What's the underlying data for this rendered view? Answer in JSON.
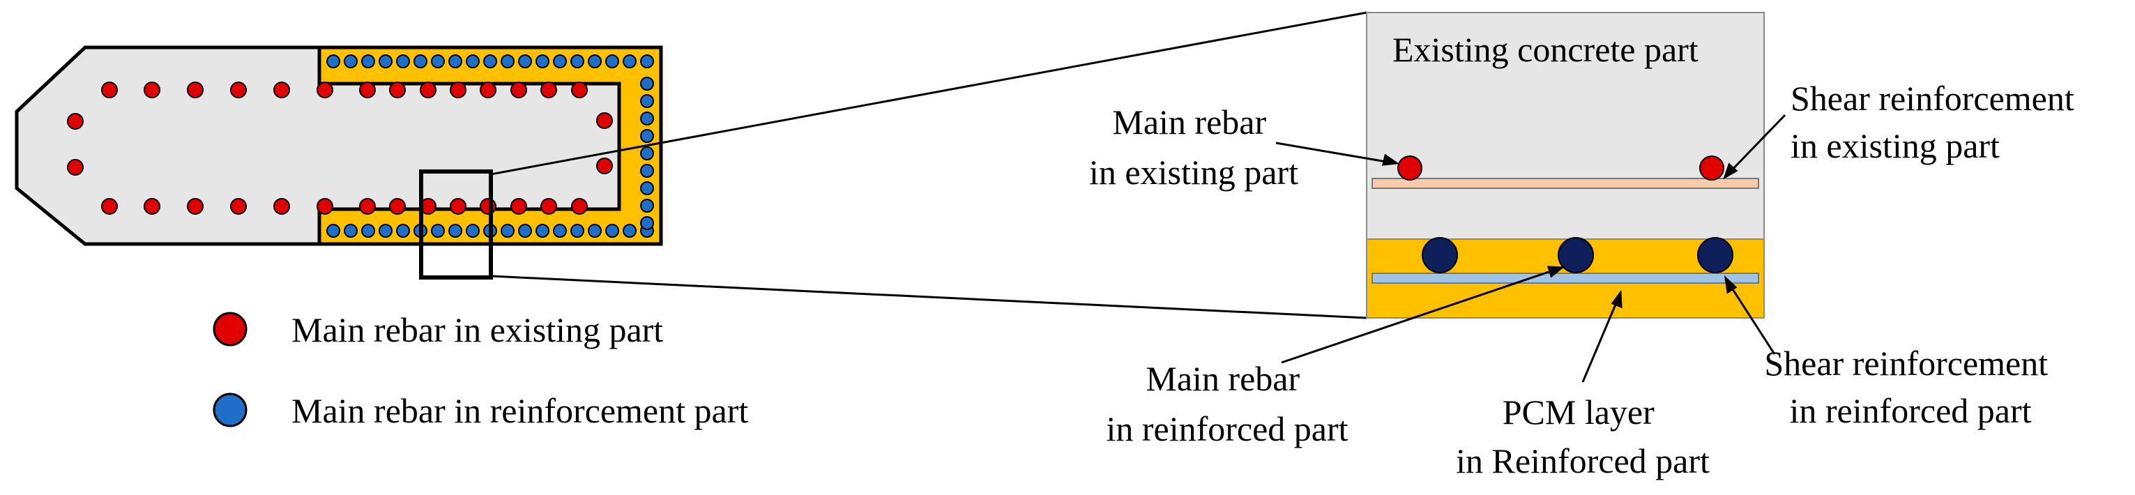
{
  "colors": {
    "concrete": "#e6e6e6",
    "pcm_layer": "#ffc000",
    "existing_rebar": "#e00000",
    "reinforcement_rebar": "#1f6fc8",
    "reinforced_rebar_detail": "#0f1f5c",
    "existing_shear_bar": "#f8cbad",
    "reinforced_shear_bar": "#9dc3e6",
    "outline": "#000000"
  },
  "legend": {
    "existing": "Main rebar in existing part",
    "reinforcement": "Main rebar in reinforcement part"
  },
  "detail": {
    "existing_concrete": "Existing concrete part",
    "main_rebar_existing": [
      "Main rebar",
      "in existing part"
    ],
    "shear_existing": [
      "Shear reinforcement",
      "in existing part"
    ],
    "main_rebar_reinforced": [
      "Main rebar",
      "in reinforced part"
    ],
    "pcm_layer": [
      "PCM layer",
      "in Reinforced part"
    ],
    "shear_reinforced": [
      "Shear reinforcement",
      "in reinforced part"
    ]
  }
}
